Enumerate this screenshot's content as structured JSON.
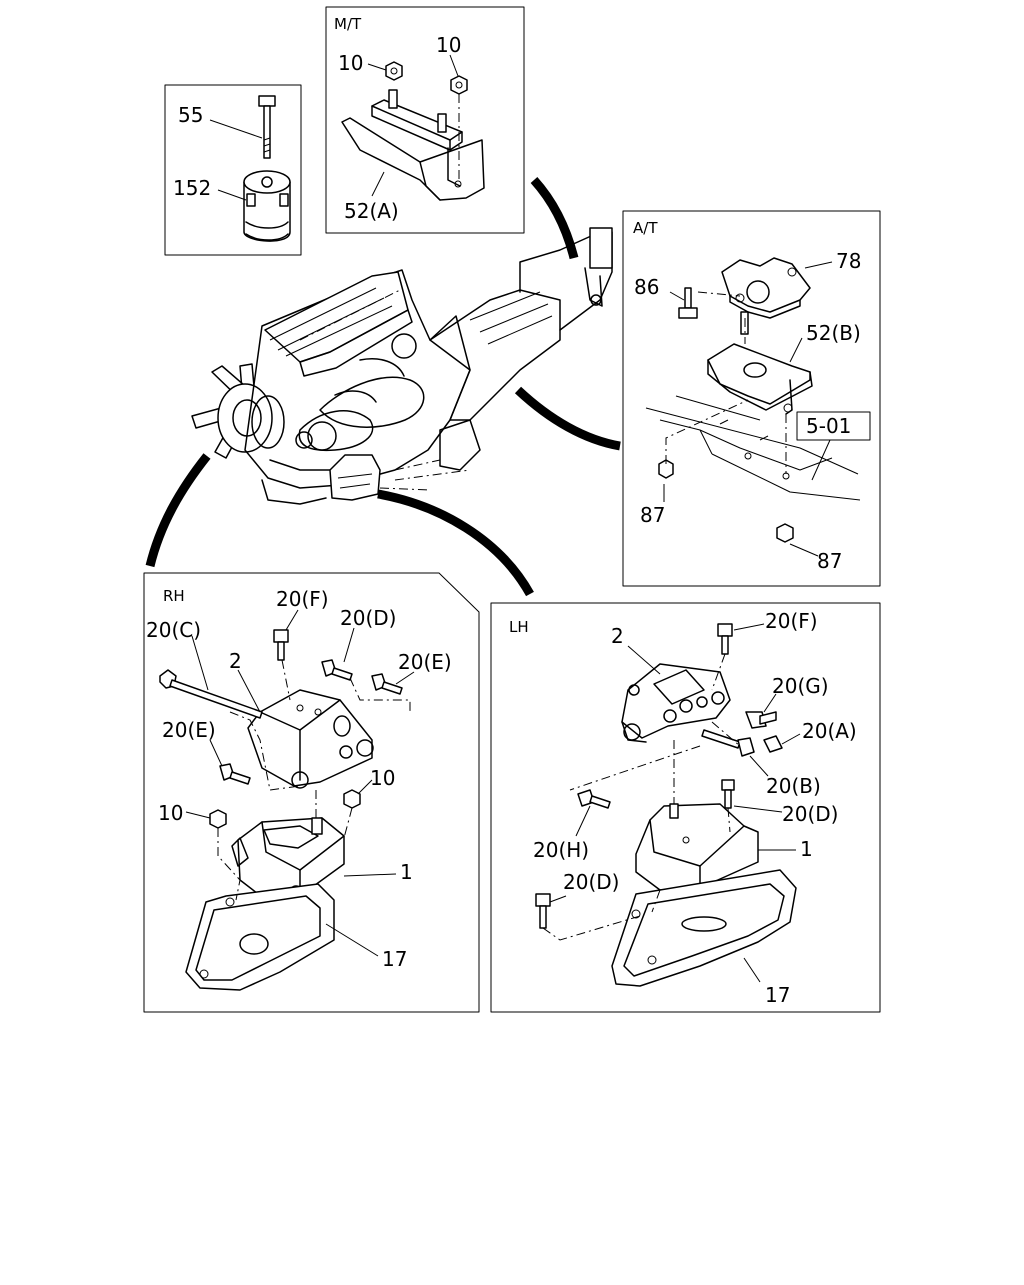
{
  "panels": {
    "mt": {
      "header": "M/T",
      "labels": {
        "nut_left": "10",
        "nut_right": "10",
        "bracket": "52(A)"
      }
    },
    "insulator": {
      "labels": {
        "bolt": "55",
        "insulator": "152"
      }
    },
    "at": {
      "header": "A/T",
      "labels": {
        "bracket_top": "78",
        "bolt": "86",
        "bracket": "52(B)",
        "ref": "5-01",
        "nut_left": "87",
        "nut_right": "87"
      }
    },
    "rh": {
      "header": "RH",
      "labels": {
        "bolt_f": "20(F)",
        "bolt_c": "20(C)",
        "bolt_d": "20(D)",
        "bracket": "2",
        "bolt_e_top": "20(E)",
        "bolt_e_left": "20(E)",
        "nut_right": "10",
        "nut_left": "10",
        "mount": "1",
        "plate": "17"
      }
    },
    "lh": {
      "header": "LH",
      "labels": {
        "bracket": "2",
        "bolt_f": "20(F)",
        "bolt_g": "20(G)",
        "bolt_a": "20(A)",
        "bolt_b": "20(B)",
        "bolt_d_right": "20(D)",
        "bolt_h": "20(H)",
        "mount": "1",
        "bolt_d_left": "20(D)",
        "plate": "17"
      }
    }
  }
}
